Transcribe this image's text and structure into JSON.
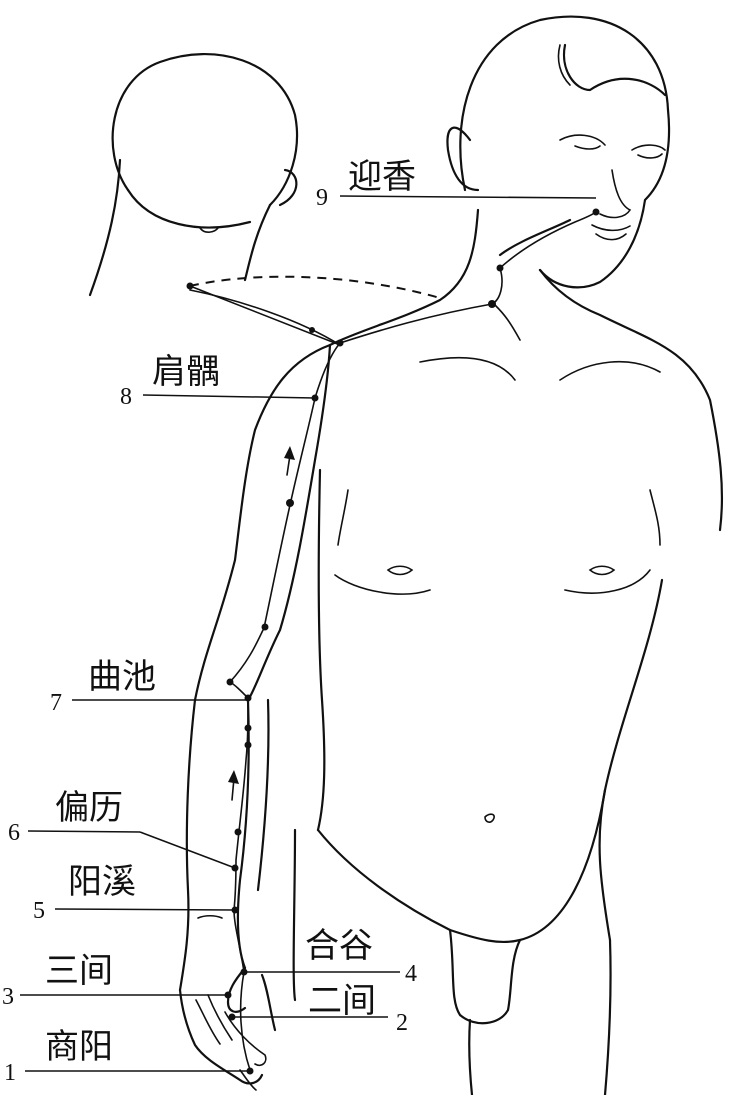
{
  "points": [
    {
      "num": "1",
      "name": "商阳"
    },
    {
      "num": "2",
      "name": "二间"
    },
    {
      "num": "3",
      "name": "三间"
    },
    {
      "num": "4",
      "name": "合谷"
    },
    {
      "num": "5",
      "name": "阳溪"
    },
    {
      "num": "6",
      "name": "偏历"
    },
    {
      "num": "7",
      "name": "曲池"
    },
    {
      "num": "8",
      "name": "肩髃"
    },
    {
      "num": "9",
      "name": "迎香"
    }
  ]
}
